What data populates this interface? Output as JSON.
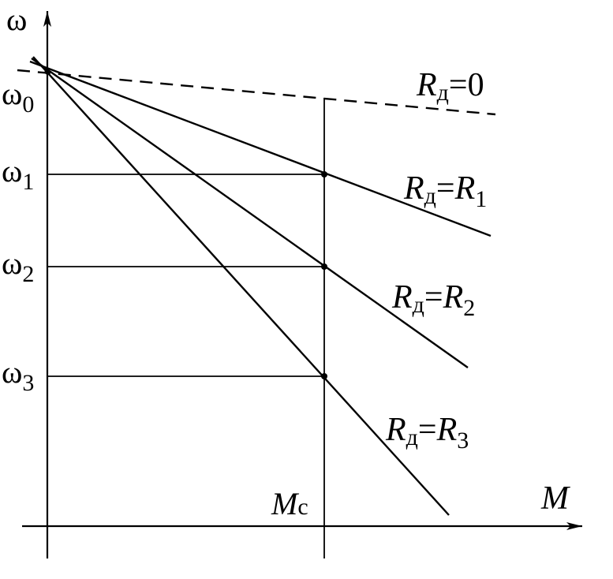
{
  "axes": {
    "y_symbol": "ω",
    "x_symbol": "M"
  },
  "ticks": {
    "omega_symbol": "ω",
    "omega_levels": [
      {
        "subscript": "0"
      },
      {
        "subscript": "1"
      },
      {
        "subscript": "2"
      },
      {
        "subscript": "3"
      }
    ],
    "load_torque": {
      "symbol": "M",
      "subscript": "c"
    }
  },
  "characteristics": [
    {
      "r_symbol": "R",
      "r_subscript": "д",
      "equals": "=",
      "value": "0",
      "value_subscript": "",
      "style": "dashed"
    },
    {
      "r_symbol": "R",
      "r_subscript": "д",
      "equals": "=",
      "value": "R",
      "value_subscript": "1",
      "style": "solid"
    },
    {
      "r_symbol": "R",
      "r_subscript": "д",
      "equals": "=",
      "value": "R",
      "value_subscript": "2",
      "style": "solid"
    },
    {
      "r_symbol": "R",
      "r_subscript": "д",
      "equals": "=",
      "value": "R",
      "value_subscript": "3",
      "style": "solid"
    }
  ],
  "colors": {
    "ink": "#000000",
    "background": "#ffffff"
  }
}
